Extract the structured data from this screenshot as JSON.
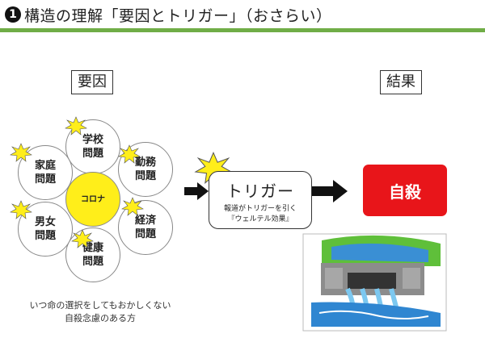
{
  "header": {
    "number": "1",
    "title": "構造の理解「要因とトリガー」（おさらい）"
  },
  "labels": {
    "factors": "要因",
    "result": "結果"
  },
  "factor_circles": {
    "school": [
      "学校",
      "問題"
    ],
    "work": [
      "勤務",
      "問題"
    ],
    "family": [
      "家庭",
      "問題"
    ],
    "gender": [
      "男女",
      "問題"
    ],
    "health": [
      "健康",
      "問題"
    ],
    "economy": [
      "経済",
      "問題"
    ],
    "center": "コロナ"
  },
  "trigger": {
    "title": "トリガー",
    "sub_line1": "報道がトリガーを引く",
    "sub_line2": "『ウェルテル効果』"
  },
  "result_box": "自殺",
  "note": {
    "line1": "いつ命の選択をしてもおかしくない",
    "line2": "自殺念慮のある方"
  },
  "colors": {
    "accent_bar": "#70ad47",
    "center_fill": "#ffee1a",
    "spark": "#ffee1a",
    "result_fill": "#e8151a"
  },
  "icons": [
    "spark-icon",
    "arrow-icon",
    "dam-illustration"
  ]
}
